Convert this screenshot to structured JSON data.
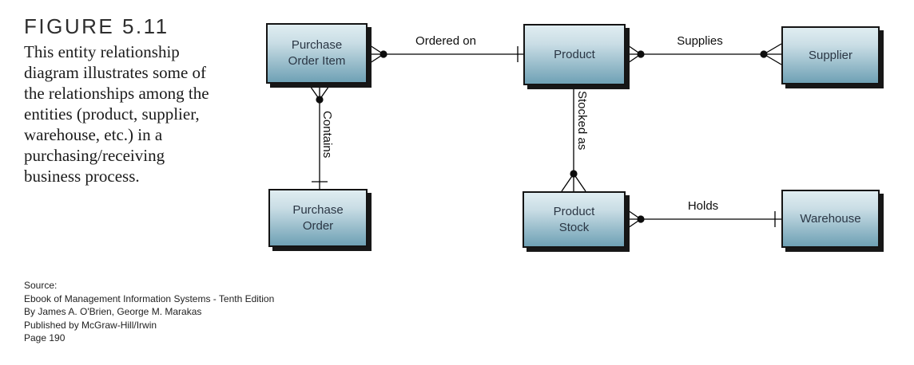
{
  "figure": {
    "label": "FIGURE 5.11",
    "caption": "This entity relationship\ndiagram illustrates some of\nthe relationships among the\nentities (product, supplier,\nwarehouse, etc.) in a\npurchasing/receiving\nbusiness process."
  },
  "diagram": {
    "type": "entity-relationship-diagram",
    "entities": [
      {
        "id": "purchase-order-item",
        "label": "Purchase\nOrder Item"
      },
      {
        "id": "product",
        "label": "Product"
      },
      {
        "id": "supplier",
        "label": "Supplier"
      },
      {
        "id": "purchase-order",
        "label": "Purchase\nOrder"
      },
      {
        "id": "product-stock",
        "label": "Product\nStock"
      },
      {
        "id": "warehouse",
        "label": "Warehouse"
      }
    ],
    "relationships": [
      {
        "label": "Ordered on",
        "from": "Purchase Order Item",
        "to": "Product",
        "from_end": "many (crow's foot + dot)",
        "to_end": "one (bar)"
      },
      {
        "label": "Supplies",
        "from": "Product",
        "to": "Supplier",
        "from_end": "many (crow's foot + dot)",
        "to_end": "many (crow's foot + dot)"
      },
      {
        "label": "Contains",
        "from": "Purchase Order Item",
        "to": "Purchase Order",
        "from_end": "many (crow's foot + dot)",
        "to_end": "one (bar)"
      },
      {
        "label": "Stocked as",
        "from": "Product",
        "to": "Product Stock",
        "from_end": "plain",
        "to_end": "many (crow's foot + dot)"
      },
      {
        "label": "Holds",
        "from": "Product Stock",
        "to": "Warehouse",
        "from_end": "many (crow's foot + dot)",
        "to_end": "one (bar)"
      }
    ],
    "colors": {
      "box_gradient_top": "#e0edf1",
      "box_gradient_bottom": "#6fa1b5",
      "box_border": "#141414",
      "box_shadow": "#171717",
      "box_text": "#2a3644",
      "connector_line": "#000000",
      "background": "#ffffff"
    }
  },
  "source_note": {
    "text": "Source:\nEbook of Management Information Systems - Tenth Edition\nBy James A. O'Brien, George M. Marakas\nPublished by McGraw-Hill/Irwin\nPage 190"
  }
}
